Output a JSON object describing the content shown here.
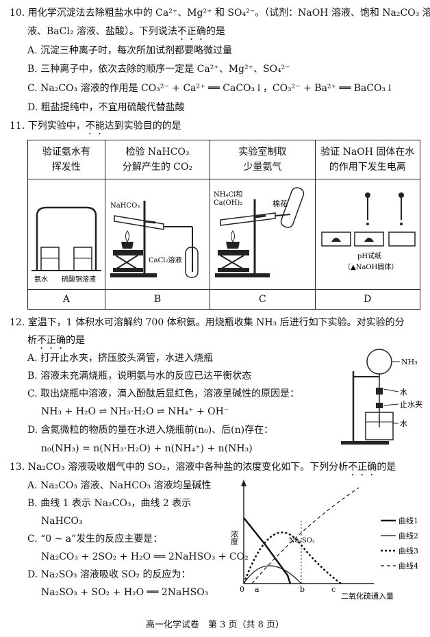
{
  "q10": {
    "line1": "10. 用化学沉淀法去除粗盐水中的 Ca²⁺、Mg²⁺ 和 SO₄²⁻。（试剂：NaOH 溶液、饱和 Na₂CO₃ 溶",
    "line2_pre": "液、BaCl₂ 溶液、盐酸）。下列说法",
    "line2_em": "不正确",
    "line2_post": "的是",
    "A": "A. 沉淀三种离子时，每次所加试剂都要略微过量",
    "B": "B. 三种离子中，依次去除的顺序一定是 Ca²⁺、Mg²⁺、SO₄²⁻",
    "C": "C. Na₂CO₃ 溶液的作用是 CO₃²⁻ + Ca²⁺ ══ CaCO₃↓，CO₃²⁻ + Ba²⁺ ══ BaCO₃↓",
    "D": "D. 粗盐提纯中，不宜用硫酸代替盐酸"
  },
  "q11": {
    "pre": "11. 下列实验中，",
    "em": "不能",
    "post": "达到实验目的的是",
    "headers": [
      [
        "验证氨水有",
        "挥发性"
      ],
      [
        "检验 NaHCO₃",
        "分解产生的 CO₂"
      ],
      [
        "实验室制取",
        "少量氨气"
      ],
      [
        "验证 NaOH 固体在水",
        "的作用下发生电离"
      ]
    ],
    "fig_labels": {
      "a_left": "氨水",
      "a_right": "硫酸铜溶液",
      "b_reagent": "NaHCO₃",
      "b_solution": "CaCl₂溶液",
      "c_reagent1": "NH₄Cl和",
      "c_reagent2": "Ca(OH)₂",
      "c_cotton": "棉花",
      "d_paper": "pH试纸",
      "d_note": "（▲NaOH固体）"
    },
    "options": [
      "A",
      "B",
      "C",
      "D"
    ]
  },
  "q12": {
    "line1": "12. 室温下，1 体积水可溶解约 700 体积氨。用烧瓶收集 NH₃ 后进行如下实验。对实验的分",
    "line2_pre": "析",
    "line2_em": "不正确",
    "line2_post": "的是",
    "A": "A. 打开止水夹，挤压胶头滴管，水进入烧瓶",
    "B": "B. 溶液未充满烧瓶，说明氨与水的反应已达平衡状态",
    "C": "C. 取出烧瓶中溶液，滴入酚酞后显红色，溶液呈碱性的原因是：",
    "C_eq": "NH₃ + H₂O ⇌ NH₃·H₂O ⇌ NH₄⁺ + OH⁻",
    "D": "D. 含氮微粒的物质的量在水进入烧瓶前(n₀)、后(n)存在：",
    "D_eq": "n₀(NH₃) = n(NH₃·H₂O) + n(NH₄⁺) + n(NH₃)",
    "fig_labels": {
      "nh3": "NH₃",
      "water1": "水",
      "clamp": "止水夹",
      "water2": "水"
    }
  },
  "q13": {
    "line1_pre": "13. Na₂CO₃ 溶液吸收烟气中的 SO₂，溶液中各种盐的浓度变化如下。下列分析",
    "line1_em": "不正确",
    "line1_post": "的是",
    "A": "A. Na₂CO₃ 溶液、NaHCO₃ 溶液均呈碱性",
    "B1": "B. 曲线 1 表示 Na₂CO₃，曲线 2 表示",
    "B2": "NaHCO₃",
    "C1": "C. “0 ~ a”发生的反应主要是：",
    "C2": "Na₂CO₃ + 2SO₂ + H₂O ══ 2NaHSO₃ + CO₂",
    "D1": "D. Na₂SO₃ 溶液吸收 SO₂ 的反应为：",
    "D2": "Na₂SO₃ + SO₂ + H₂O ══ 2NaHSO₃"
  },
  "chart_data": {
    "type": "line",
    "title": "",
    "ylabel": "浓度",
    "xlabel": "二氧化硫通入量",
    "x_ticks": [
      "0",
      "a",
      "b",
      "c"
    ],
    "annotation": "Na₂SO₃",
    "series": [
      {
        "name": "曲线1",
        "style": "solid-thick"
      },
      {
        "name": "曲线2",
        "style": "solid-thin"
      },
      {
        "name": "曲线3",
        "style": "dotted-thick"
      },
      {
        "name": "曲线4",
        "style": "dashed-thin"
      }
    ]
  },
  "footer": "高一化学试卷　第 3 页（共 8 页）"
}
